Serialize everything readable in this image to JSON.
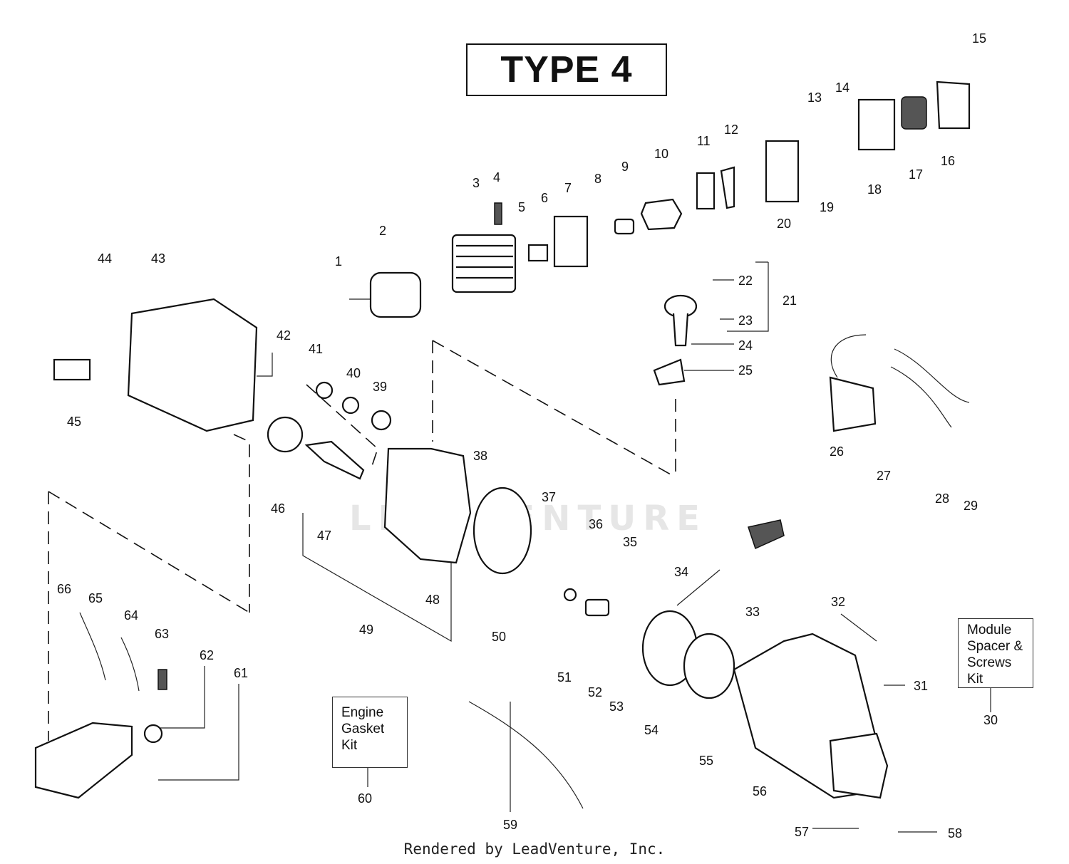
{
  "title": "TYPE 4",
  "footer": "Rendered by LeadVenture, Inc.",
  "watermark": "LEADVENTURE",
  "kits": {
    "engine_gasket_kit": "Engine\nGasket\nKit",
    "module_spacer_kit": "Module\nSpacer &\nScrews\nKit"
  },
  "part_numbers": [
    "1",
    "2",
    "3",
    "4",
    "5",
    "6",
    "7",
    "8",
    "9",
    "10",
    "11",
    "12",
    "13",
    "14",
    "15",
    "16",
    "17",
    "18",
    "19",
    "20",
    "21",
    "22",
    "23",
    "24",
    "25",
    "26",
    "27",
    "28",
    "29",
    "30",
    "31",
    "32",
    "33",
    "34",
    "35",
    "36",
    "37",
    "38",
    "39",
    "40",
    "41",
    "42",
    "43",
    "44",
    "45",
    "46",
    "47",
    "48",
    "49",
    "50",
    "51",
    "52",
    "53",
    "54",
    "55",
    "56",
    "57",
    "58",
    "59",
    "60",
    "61",
    "62",
    "63",
    "64",
    "65",
    "66"
  ]
}
